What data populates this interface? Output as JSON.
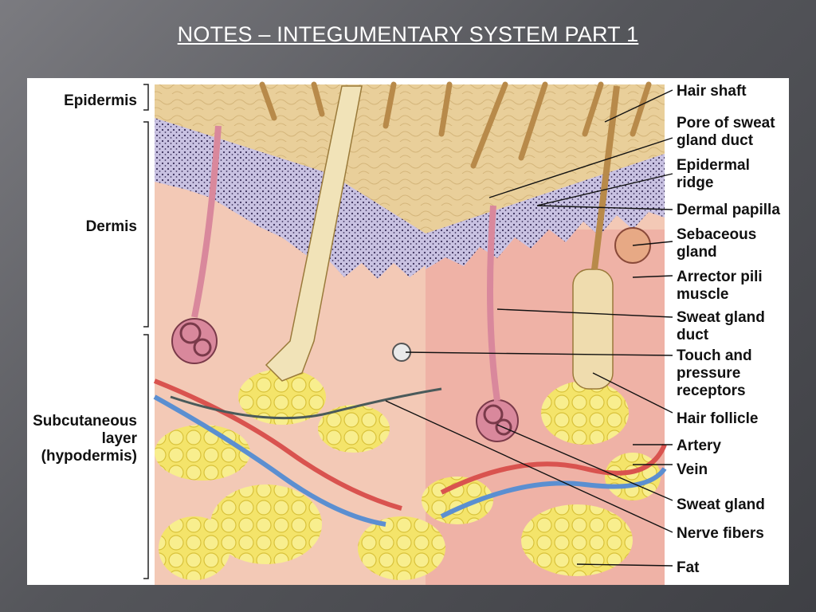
{
  "slide": {
    "title": "NOTES – INTEGUMENTARY SYSTEM PART 1"
  },
  "layers": {
    "epidermis": "Epidermis",
    "dermis": "Dermis",
    "subcutaneous": [
      "Subcutaneous",
      "layer",
      "(hypodermis)"
    ]
  },
  "structures": {
    "hair_shaft": [
      "Hair shaft"
    ],
    "pore": [
      "Pore of sweat",
      "gland duct"
    ],
    "epidermal_ridge": [
      "Epidermal",
      "ridge"
    ],
    "dermal_papilla": [
      "Dermal papilla"
    ],
    "sebaceous_gland": [
      "Sebaceous",
      "gland"
    ],
    "arrector_pili": [
      "Arrector pili",
      "muscle"
    ],
    "sweat_gland_duct": [
      "Sweat gland",
      "duct"
    ],
    "touch_receptors": [
      "Touch and",
      "pressure",
      "receptors"
    ],
    "hair_follicle": [
      "Hair follicle"
    ],
    "artery": [
      "Artery"
    ],
    "vein": [
      "Vein"
    ],
    "sweat_gland": [
      "Sweat gland"
    ],
    "nerve_fibers": [
      "Nerve fibers"
    ],
    "fat": [
      "Fat"
    ]
  }
}
